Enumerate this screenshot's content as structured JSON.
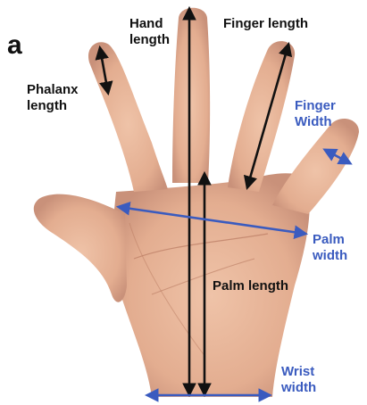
{
  "panel_letter": "a",
  "labels": {
    "hand_length": "Hand\nlength",
    "finger_length": "Finger length",
    "phalanx_length": "Phalanx\nlength",
    "finger_width": "Finger\nWidth",
    "palm_width": "Palm\nwidth",
    "palm_length": "Palm length",
    "wrist_width": "Wrist\nwidth"
  },
  "colors": {
    "black_arrow": "#111111",
    "blue_arrow": "#3a5bbf",
    "skin": "#e7b79c",
    "skin_shadow": "#c98f76"
  }
}
